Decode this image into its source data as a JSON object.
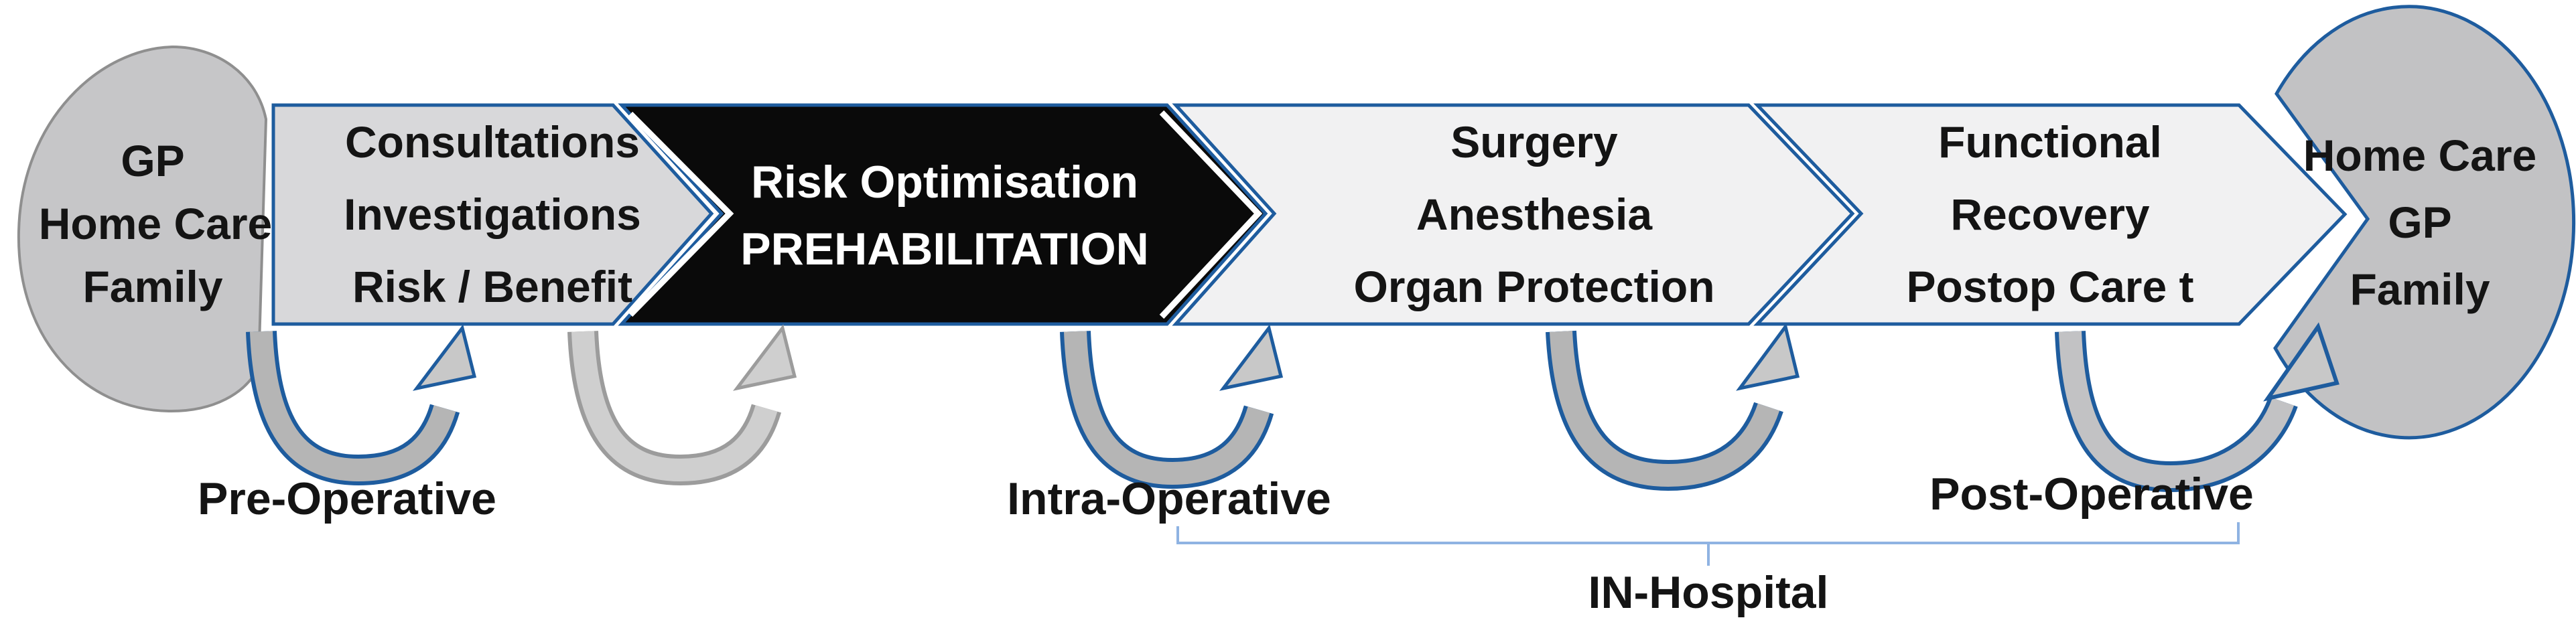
{
  "diagram": {
    "description": "Perioperative patient pathway flow diagram",
    "colors": {
      "border_blue": "#1e5c9e",
      "bracket_blue": "#8fb3e2",
      "stage1_fill": "#d8d8da",
      "stage_light_fill": "#f1f1f2",
      "stage_black_fill": "#0a0a0a",
      "start_node_fill": "#c6c6c8",
      "start_node_stroke": "#8f8f8f",
      "end_node_fill": "#c2c2c4",
      "arrow_gray_fill": "#b5b5b5",
      "arrow_head_fill": "#c8c8c8",
      "arrow_gray_stroke": "#9c9c9c",
      "text_black": "#141414",
      "text_white": "#ffffff"
    },
    "start_node": {
      "line1": "GP",
      "line2": "Home Care",
      "line3": "Family"
    },
    "end_node": {
      "line1": "Home Care",
      "line2": "GP",
      "line3": "Family"
    },
    "stages": [
      {
        "id": "consultations",
        "line1": "Consultations",
        "line2": "Investigations",
        "line3": "Risk / Benefit"
      },
      {
        "id": "prehabilitation",
        "line1": "Risk Optimisation",
        "line2": "PREHABILITATION"
      },
      {
        "id": "surgery",
        "line1": "Surgery",
        "line2": "Anesthesia",
        "line3": "Organ Protection"
      },
      {
        "id": "functional-recovery",
        "line1": "Functional",
        "line2": "Recovery",
        "line3": "Postop Care t"
      }
    ],
    "phase_labels": {
      "pre": "Pre-Operative",
      "intra": "Intra-Operative",
      "post": "Post-Operative",
      "in_hospital": "IN-Hospital"
    }
  }
}
